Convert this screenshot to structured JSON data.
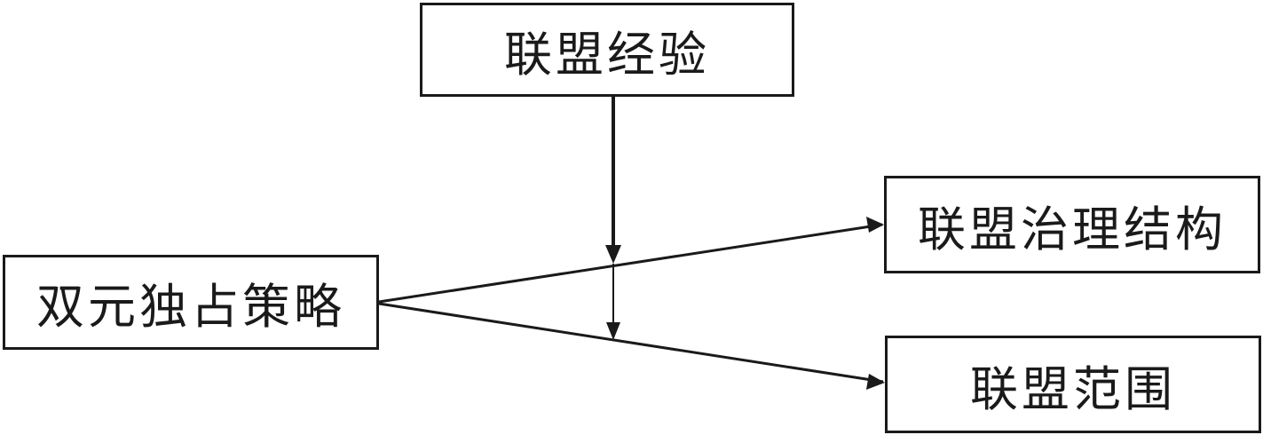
{
  "nodes": {
    "alliance_experience": "联盟经验",
    "dual_exclusive_strategy": "双元独占策略",
    "alliance_governance_structure": "联盟治理结构",
    "alliance_scope": "联盟范围"
  },
  "edges": [
    {
      "from": "dual_exclusive_strategy",
      "to": "alliance_governance_structure"
    },
    {
      "from": "dual_exclusive_strategy",
      "to": "alliance_scope"
    },
    {
      "from": "alliance_experience",
      "to": "dual_exclusive_strategy→alliance_governance_structure",
      "type": "moderation"
    },
    {
      "from": "alliance_experience",
      "to": "dual_exclusive_strategy→alliance_scope",
      "type": "moderation"
    }
  ],
  "colors": {
    "stroke": "#1a1a1a",
    "background": "#ffffff"
  }
}
